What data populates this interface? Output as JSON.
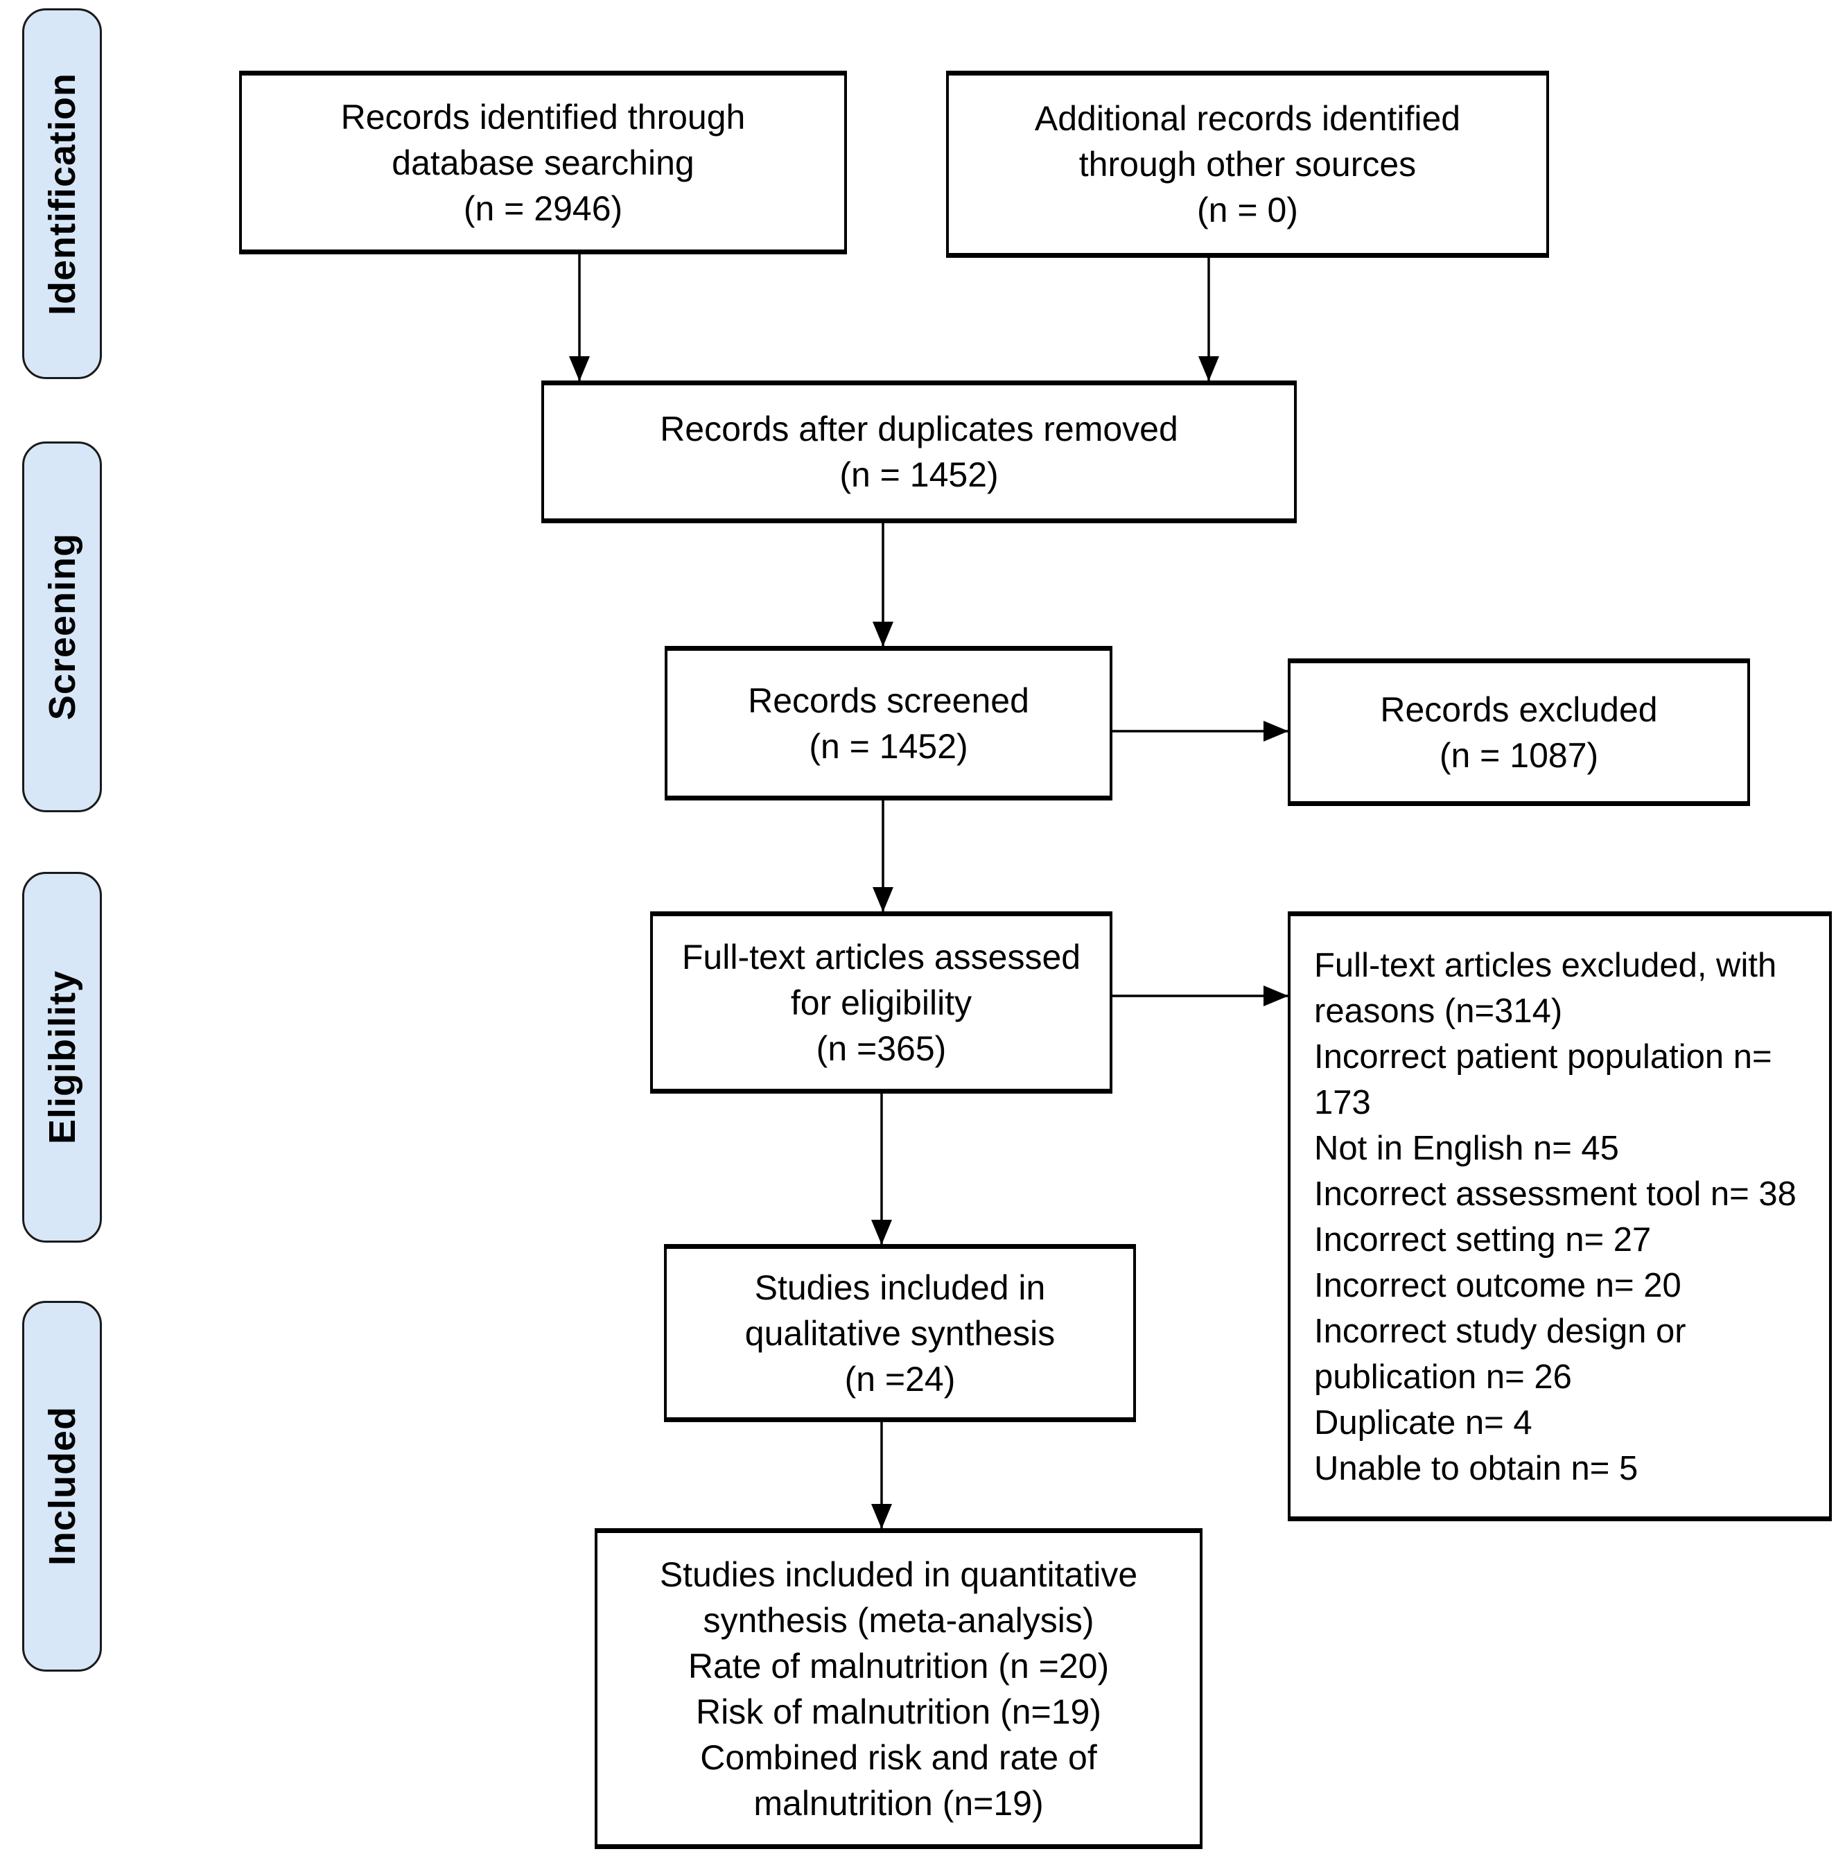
{
  "diagram": {
    "stages": [
      {
        "label": "Identification"
      },
      {
        "label": "Screening"
      },
      {
        "label": "Eligibility"
      },
      {
        "label": "Included"
      }
    ],
    "boxes": {
      "records_identified": {
        "lines": [
          "Records identified through",
          "database searching",
          "(n = 2946)"
        ]
      },
      "additional_records": {
        "lines": [
          "Additional records identified",
          "through other sources",
          "(n = 0)"
        ]
      },
      "duplicates_removed": {
        "lines": [
          "Records after duplicates removed",
          "(n = 1452)"
        ]
      },
      "records_screened": {
        "lines": [
          "Records screened",
          "(n = 1452)"
        ]
      },
      "records_excluded": {
        "lines": [
          "Records excluded",
          "(n = 1087)"
        ]
      },
      "fulltext_assessed": {
        "lines": [
          "Full-text articles assessed",
          "for eligibility",
          "(n =365)"
        ]
      },
      "fulltext_excluded": {
        "lines": [
          "Full-text articles excluded, with",
          "reasons (n=314)",
          "Incorrect patient population n=",
          "173",
          "Not in English n= 45",
          "Incorrect assessment tool n= 38",
          "Incorrect setting n= 27",
          "Incorrect outcome n= 20",
          "Incorrect study design or",
          "publication n= 26",
          "Duplicate n= 4",
          "Unable to obtain n= 5"
        ]
      },
      "qualitative_synthesis": {
        "lines": [
          "Studies included in",
          "qualitative synthesis",
          "(n =24)"
        ]
      },
      "quantitative_synthesis": {
        "lines": [
          "Studies included in quantitative",
          "synthesis (meta-analysis)",
          "Rate of malnutrition (n =20)",
          "Risk of malnutrition (n=19)",
          "Combined risk and rate of",
          "malnutrition (n=19)"
        ]
      }
    },
    "connections": [
      {
        "from": "records-identified",
        "to": "duplicates-removed"
      },
      {
        "from": "additional-records",
        "to": "duplicates-removed"
      },
      {
        "from": "duplicates-removed",
        "to": "records-screened"
      },
      {
        "from": "records-screened",
        "to": "records-excluded"
      },
      {
        "from": "records-screened",
        "to": "fulltext-assessed"
      },
      {
        "from": "fulltext-assessed",
        "to": "fulltext-excluded-reasons"
      },
      {
        "from": "fulltext-assessed",
        "to": "qualitative-synthesis"
      },
      {
        "from": "qualitative-synthesis",
        "to": "quantitative-synthesis"
      }
    ],
    "colors": {
      "stage_fill": "#d7e7f8",
      "stage_border": "#1a1a1a",
      "box_fill": "#ffffff",
      "box_border": "#000000",
      "arrow": "#000000",
      "text": "#000000"
    }
  }
}
